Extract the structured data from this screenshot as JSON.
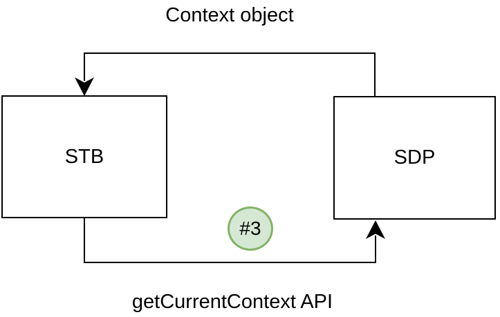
{
  "diagram": {
    "top_label": "Context object",
    "bottom_label": "getCurrentContext API",
    "nodes": [
      {
        "id": "stb",
        "label": "STB"
      },
      {
        "id": "sdp",
        "label": "SDP"
      }
    ],
    "badge": {
      "label": "#3",
      "fill": "#d5e8d4",
      "stroke": "#82b366"
    },
    "colors": {
      "line": "#000000",
      "node_fill": "#ffffff",
      "node_stroke": "#000000",
      "text": "#000000",
      "background": "#ffffff"
    }
  }
}
